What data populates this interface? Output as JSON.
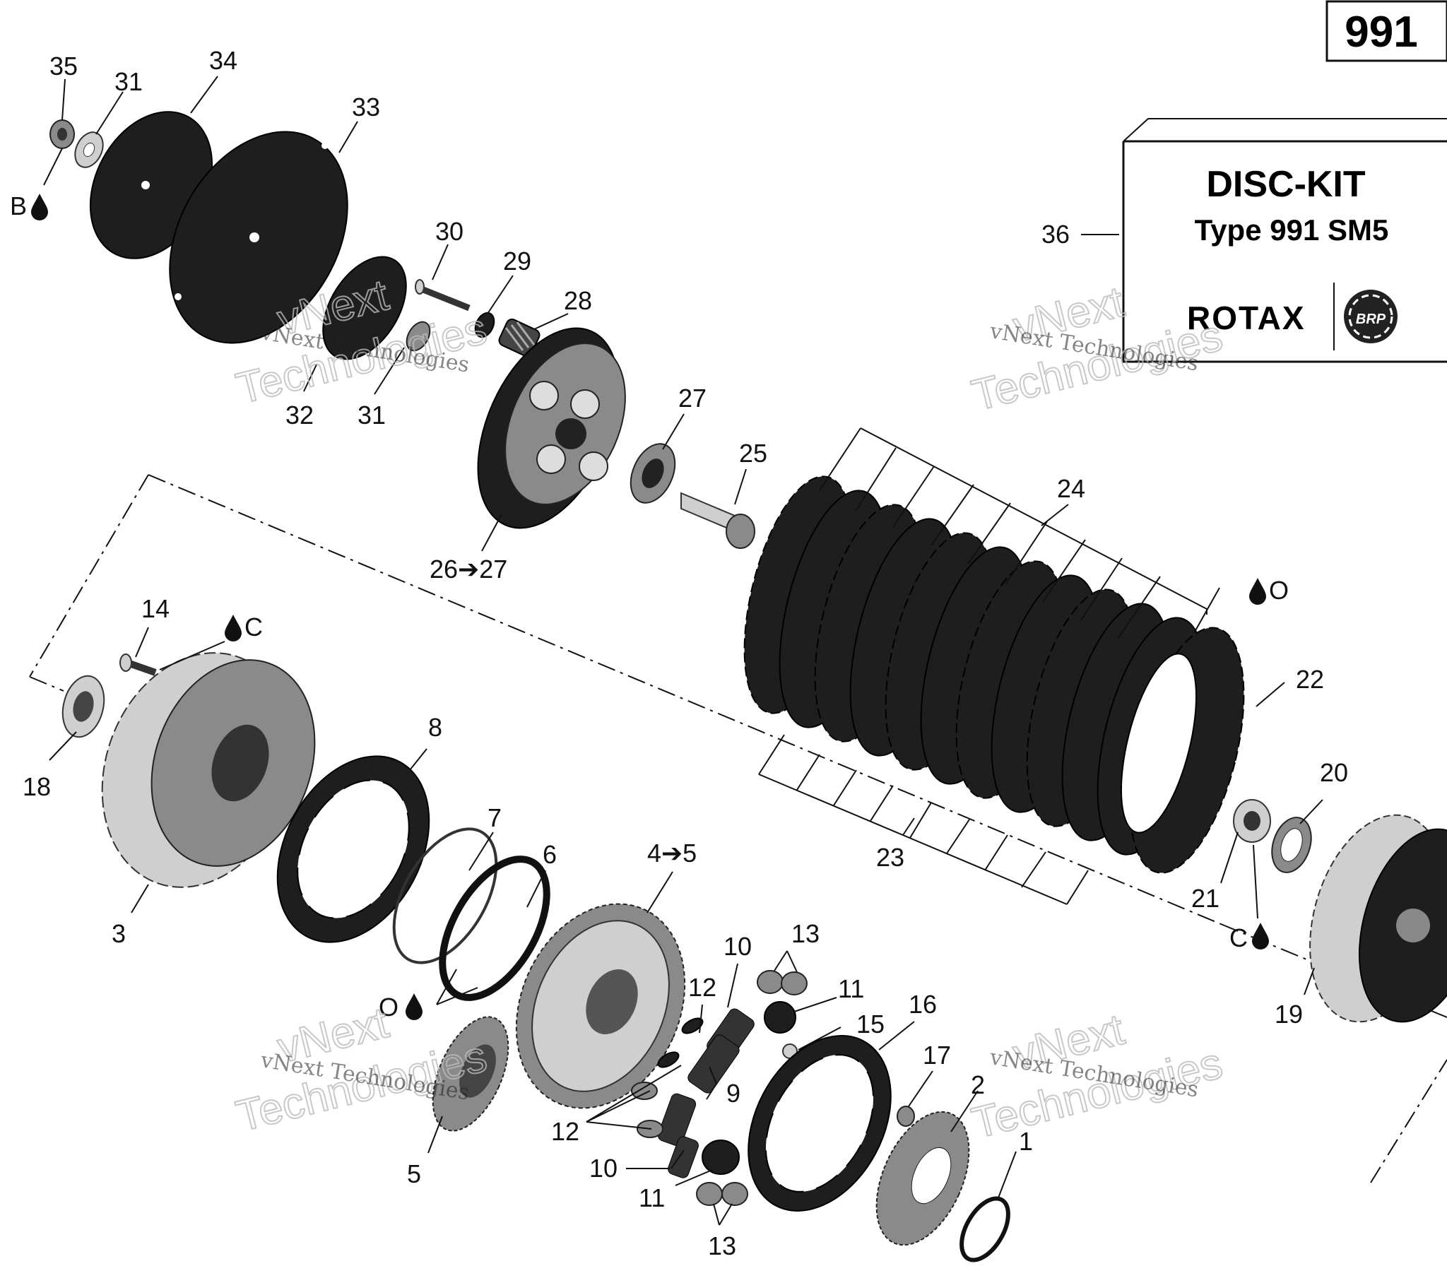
{
  "page_number": "991",
  "kit": {
    "ref": "36",
    "title": "DISC-KIT",
    "subtitle": "Type 991 SM5",
    "brand": "ROTAX",
    "brand_mark": "BRP"
  },
  "watermark": {
    "line1": "vNext",
    "line2": "Technologies",
    "small": "vNext Technologies"
  },
  "callouts": {
    "c35": "35",
    "c31a": "31",
    "c34": "34",
    "c33": "33",
    "c30": "30",
    "c29": "29",
    "c28": "28",
    "c32": "32",
    "c31b": "31",
    "c27": "27",
    "c25": "25",
    "c24": "24",
    "c26": "26➔27",
    "c14": "14",
    "c18": "18",
    "c8": "8",
    "c7": "7",
    "c6": "6",
    "c3": "3",
    "c45": "4➔5",
    "c10a": "10",
    "c13a": "13",
    "c12a": "12",
    "c11a": "11",
    "c15": "15",
    "c16": "16",
    "c17": "17",
    "c9": "9",
    "c12b": "12",
    "c5": "5",
    "c10b": "10",
    "c11b": "11",
    "c13b": "13",
    "c2": "2",
    "c1": "1",
    "c22": "22",
    "c23": "23",
    "c20": "20",
    "c21": "21",
    "c19": "19"
  },
  "lube": {
    "b": "B",
    "c_top": "C",
    "o_right": "O",
    "o_left": "O",
    "c_right": "C"
  },
  "colors": {
    "ink": "#111111",
    "part_dark": "#1e1e1e",
    "part_grey": "#8a8a8a",
    "paper": "#ffffff"
  }
}
